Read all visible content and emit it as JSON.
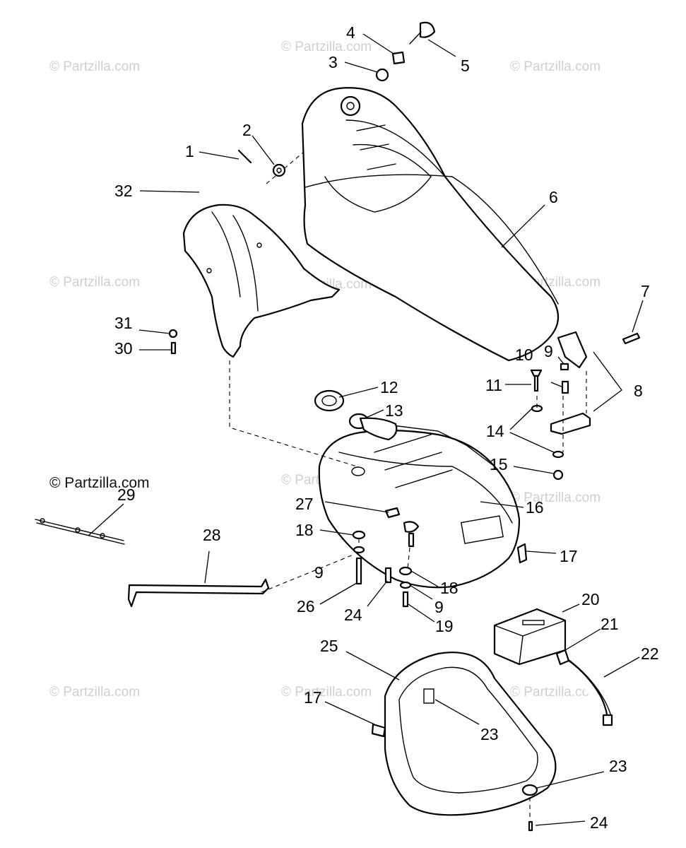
{
  "watermark": {
    "text": "© Partzilla.com",
    "main_text": "© Partzilla.com"
  },
  "callouts": {
    "c1": "1",
    "c2": "2",
    "c3": "3",
    "c4": "4",
    "c5": "5",
    "c6": "6",
    "c7": "7",
    "c8": "8",
    "c9a": "9",
    "c9b": "9",
    "c9c": "9",
    "c10": "10",
    "c11": "11",
    "c12": "12",
    "c13": "13",
    "c14": "14",
    "c15": "15",
    "c16": "16",
    "c17a": "17",
    "c17b": "17",
    "c18a": "18",
    "c18b": "18",
    "c19": "19",
    "c20": "20",
    "c21": "21",
    "c22": "22",
    "c23a": "23",
    "c23b": "23",
    "c24a": "24",
    "c24b": "24",
    "c25": "25",
    "c26": "26",
    "c27": "27",
    "c28": "28",
    "c29": "29",
    "c30": "30",
    "c31": "31",
    "c32": "32"
  }
}
